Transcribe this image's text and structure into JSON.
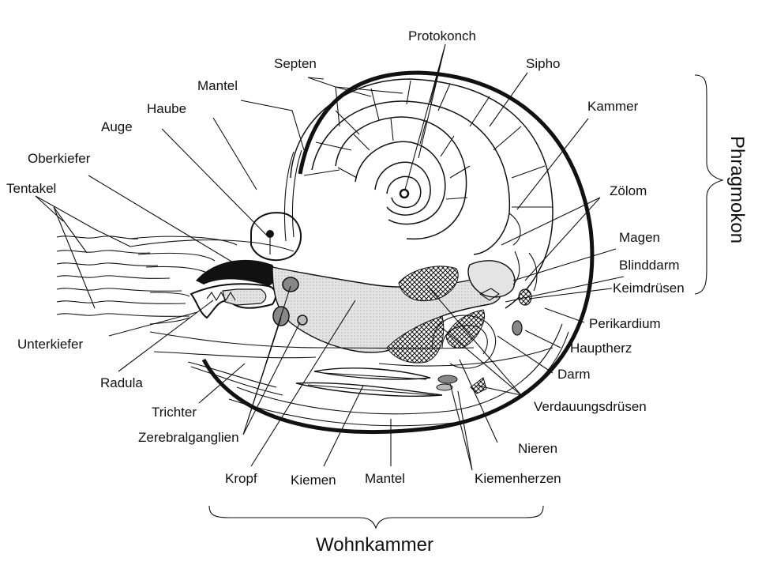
{
  "labels": {
    "protokonch": "Protokonch",
    "septen": "Septen",
    "sipho": "Sipho",
    "mantel_top": "Mantel",
    "kammer": "Kammer",
    "haube": "Haube",
    "auge": "Auge",
    "oberkiefer": "Oberkiefer",
    "tentakel": "Tentakel",
    "zoelom": "Zölom",
    "magen": "Magen",
    "blinddarm": "Blinddarm",
    "keimdruesen": "Keimdrüsen",
    "perikardium": "Perikardium",
    "hauptherz": "Hauptherz",
    "darm": "Darm",
    "verdauungsdruesen": "Verdauungsdrüsen",
    "nieren": "Nieren",
    "kiemenherzen": "Kiemenherzen",
    "mantel_bottom": "Mantel",
    "kiemen": "Kiemen",
    "kropf": "Kropf",
    "zerebralganglien": "Zerebralganglien",
    "trichter": "Trichter",
    "radula": "Radula",
    "unterkiefer": "Unterkiefer"
  },
  "groups": {
    "phragmokon": "Phragmokon",
    "wohnkammer": "Wohnkammer"
  }
}
